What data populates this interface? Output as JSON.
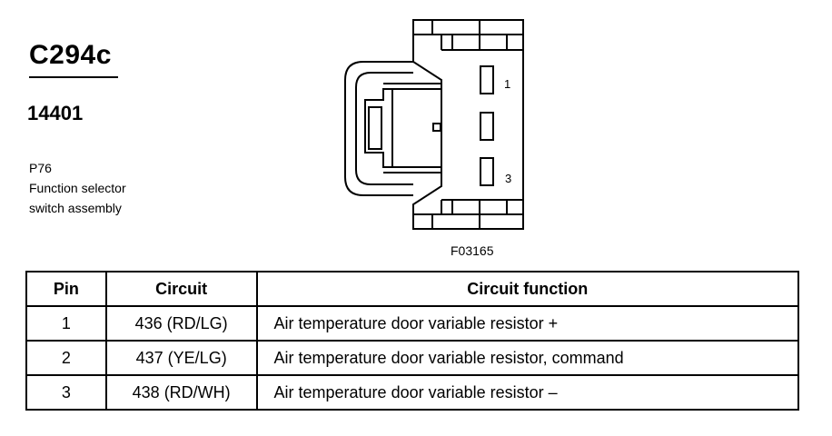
{
  "connector": {
    "id": "C294c",
    "part_number": "14401",
    "location_code": "P76",
    "description_line1": "Function selector",
    "description_line2": "switch assembly",
    "figure_id": "F03165",
    "pin_labels": [
      "1",
      "3"
    ]
  },
  "table": {
    "headers": [
      "Pin",
      "Circuit",
      "Circuit function"
    ],
    "rows": [
      [
        "1",
        "436 (RD/LG)",
        "Air temperature door variable resistor +"
      ],
      [
        "2",
        "437 (YE/LG)",
        "Air temperature door variable resistor, command"
      ],
      [
        "3",
        "438 (RD/WH)",
        "Air temperature door variable resistor –"
      ]
    ]
  }
}
